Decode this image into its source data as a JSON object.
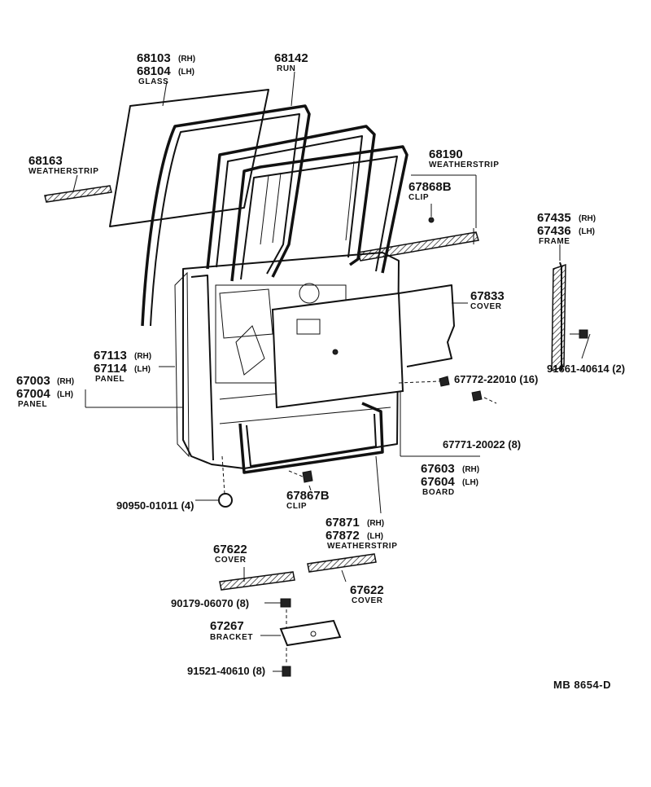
{
  "labels": {
    "glass": {
      "pn1": "68103",
      "side1": "(RH)",
      "pn2": "68104",
      "side2": "(LH)",
      "desc": "GLASS"
    },
    "run": {
      "pn": "68142",
      "desc": "RUN"
    },
    "ws_left": {
      "pn": "68163",
      "desc": "WEATHERSTRIP"
    },
    "ws_top": {
      "pn": "68190",
      "desc": "WEATHERSTRIP"
    },
    "clip_top": {
      "pn": "67868B",
      "desc": "CLIP"
    },
    "frame": {
      "pn1": "67435",
      "side1": "(RH)",
      "pn2": "67436",
      "side2": "(LH)",
      "desc": "FRAME"
    },
    "cover_right": {
      "pn": "67833",
      "desc": "COVER"
    },
    "panel_inner": {
      "pn1": "67113",
      "side1": "(RH)",
      "pn2": "67114",
      "side2": "(LH)",
      "desc": "PANEL"
    },
    "panel_outer": {
      "pn1": "67003",
      "side1": "(RH)",
      "pn2": "67004",
      "side2": "(LH)",
      "desc": "PANEL"
    },
    "bolt_frame": {
      "text": "91661-40614 (2)"
    },
    "clip_a": {
      "text": "67772-22010 (16)"
    },
    "clip_b": {
      "text": "67771-20022 (8)"
    },
    "board": {
      "pn1": "67603",
      "side1": "(RH)",
      "pn2": "67604",
      "side2": "(LH)",
      "desc": "BOARD"
    },
    "plug": {
      "text": "90950-01011 (4)"
    },
    "clip_bottom": {
      "pn": "67867B",
      "desc": "CLIP"
    },
    "ws_bottom": {
      "pn1": "67871",
      "side1": "(RH)",
      "pn2": "67872",
      "side2": "(LH)",
      "desc": "WEATHERSTRIP"
    },
    "cover_left": {
      "pn": "67622",
      "desc": "COVER"
    },
    "cover_right_bottom": {
      "pn": "67622",
      "desc": "COVER"
    },
    "nut": {
      "text": "90179-06070 (8)"
    },
    "bracket": {
      "pn": "67267",
      "desc": "BRACKET"
    },
    "bolt_bracket": {
      "text": "91521-40610 (8)"
    },
    "figure_ref": {
      "text": "MB  8654-D"
    }
  },
  "colors": {
    "ink": "#111111",
    "paper": "#ffffff"
  }
}
